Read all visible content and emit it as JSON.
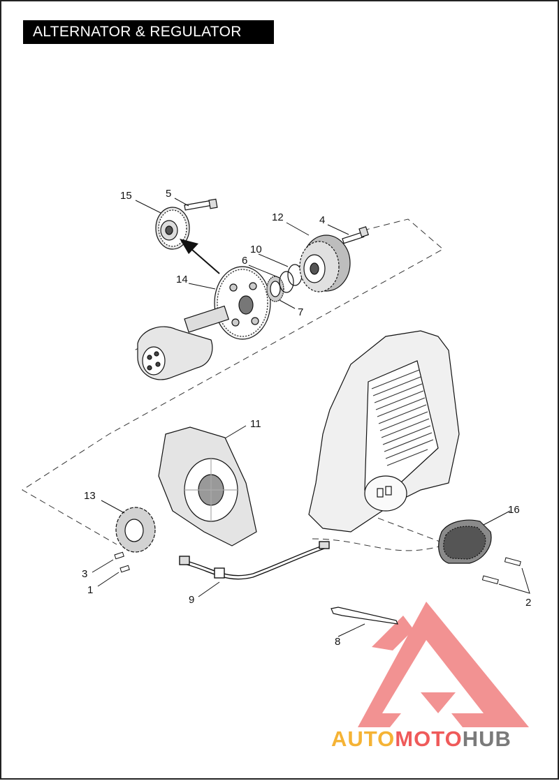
{
  "title": "ALTERNATOR & REGULATOR",
  "callouts": {
    "c1": "1",
    "c2": "2",
    "c3": "3",
    "c4": "4",
    "c5": "5",
    "c6": "6",
    "c7": "7",
    "c8": "8",
    "c9": "9",
    "c10": "10",
    "c11": "11",
    "c12": "12",
    "c13": "13",
    "c14": "14",
    "c15": "15",
    "c16": "16"
  },
  "watermark": {
    "part1": "AUTO",
    "part2": "MOTO",
    "part3": "HUB",
    "color_orange": "#f5b335",
    "color_red": "#ef5a5a",
    "color_gray": "#7a7a7a",
    "logo_color": "#f08080"
  }
}
